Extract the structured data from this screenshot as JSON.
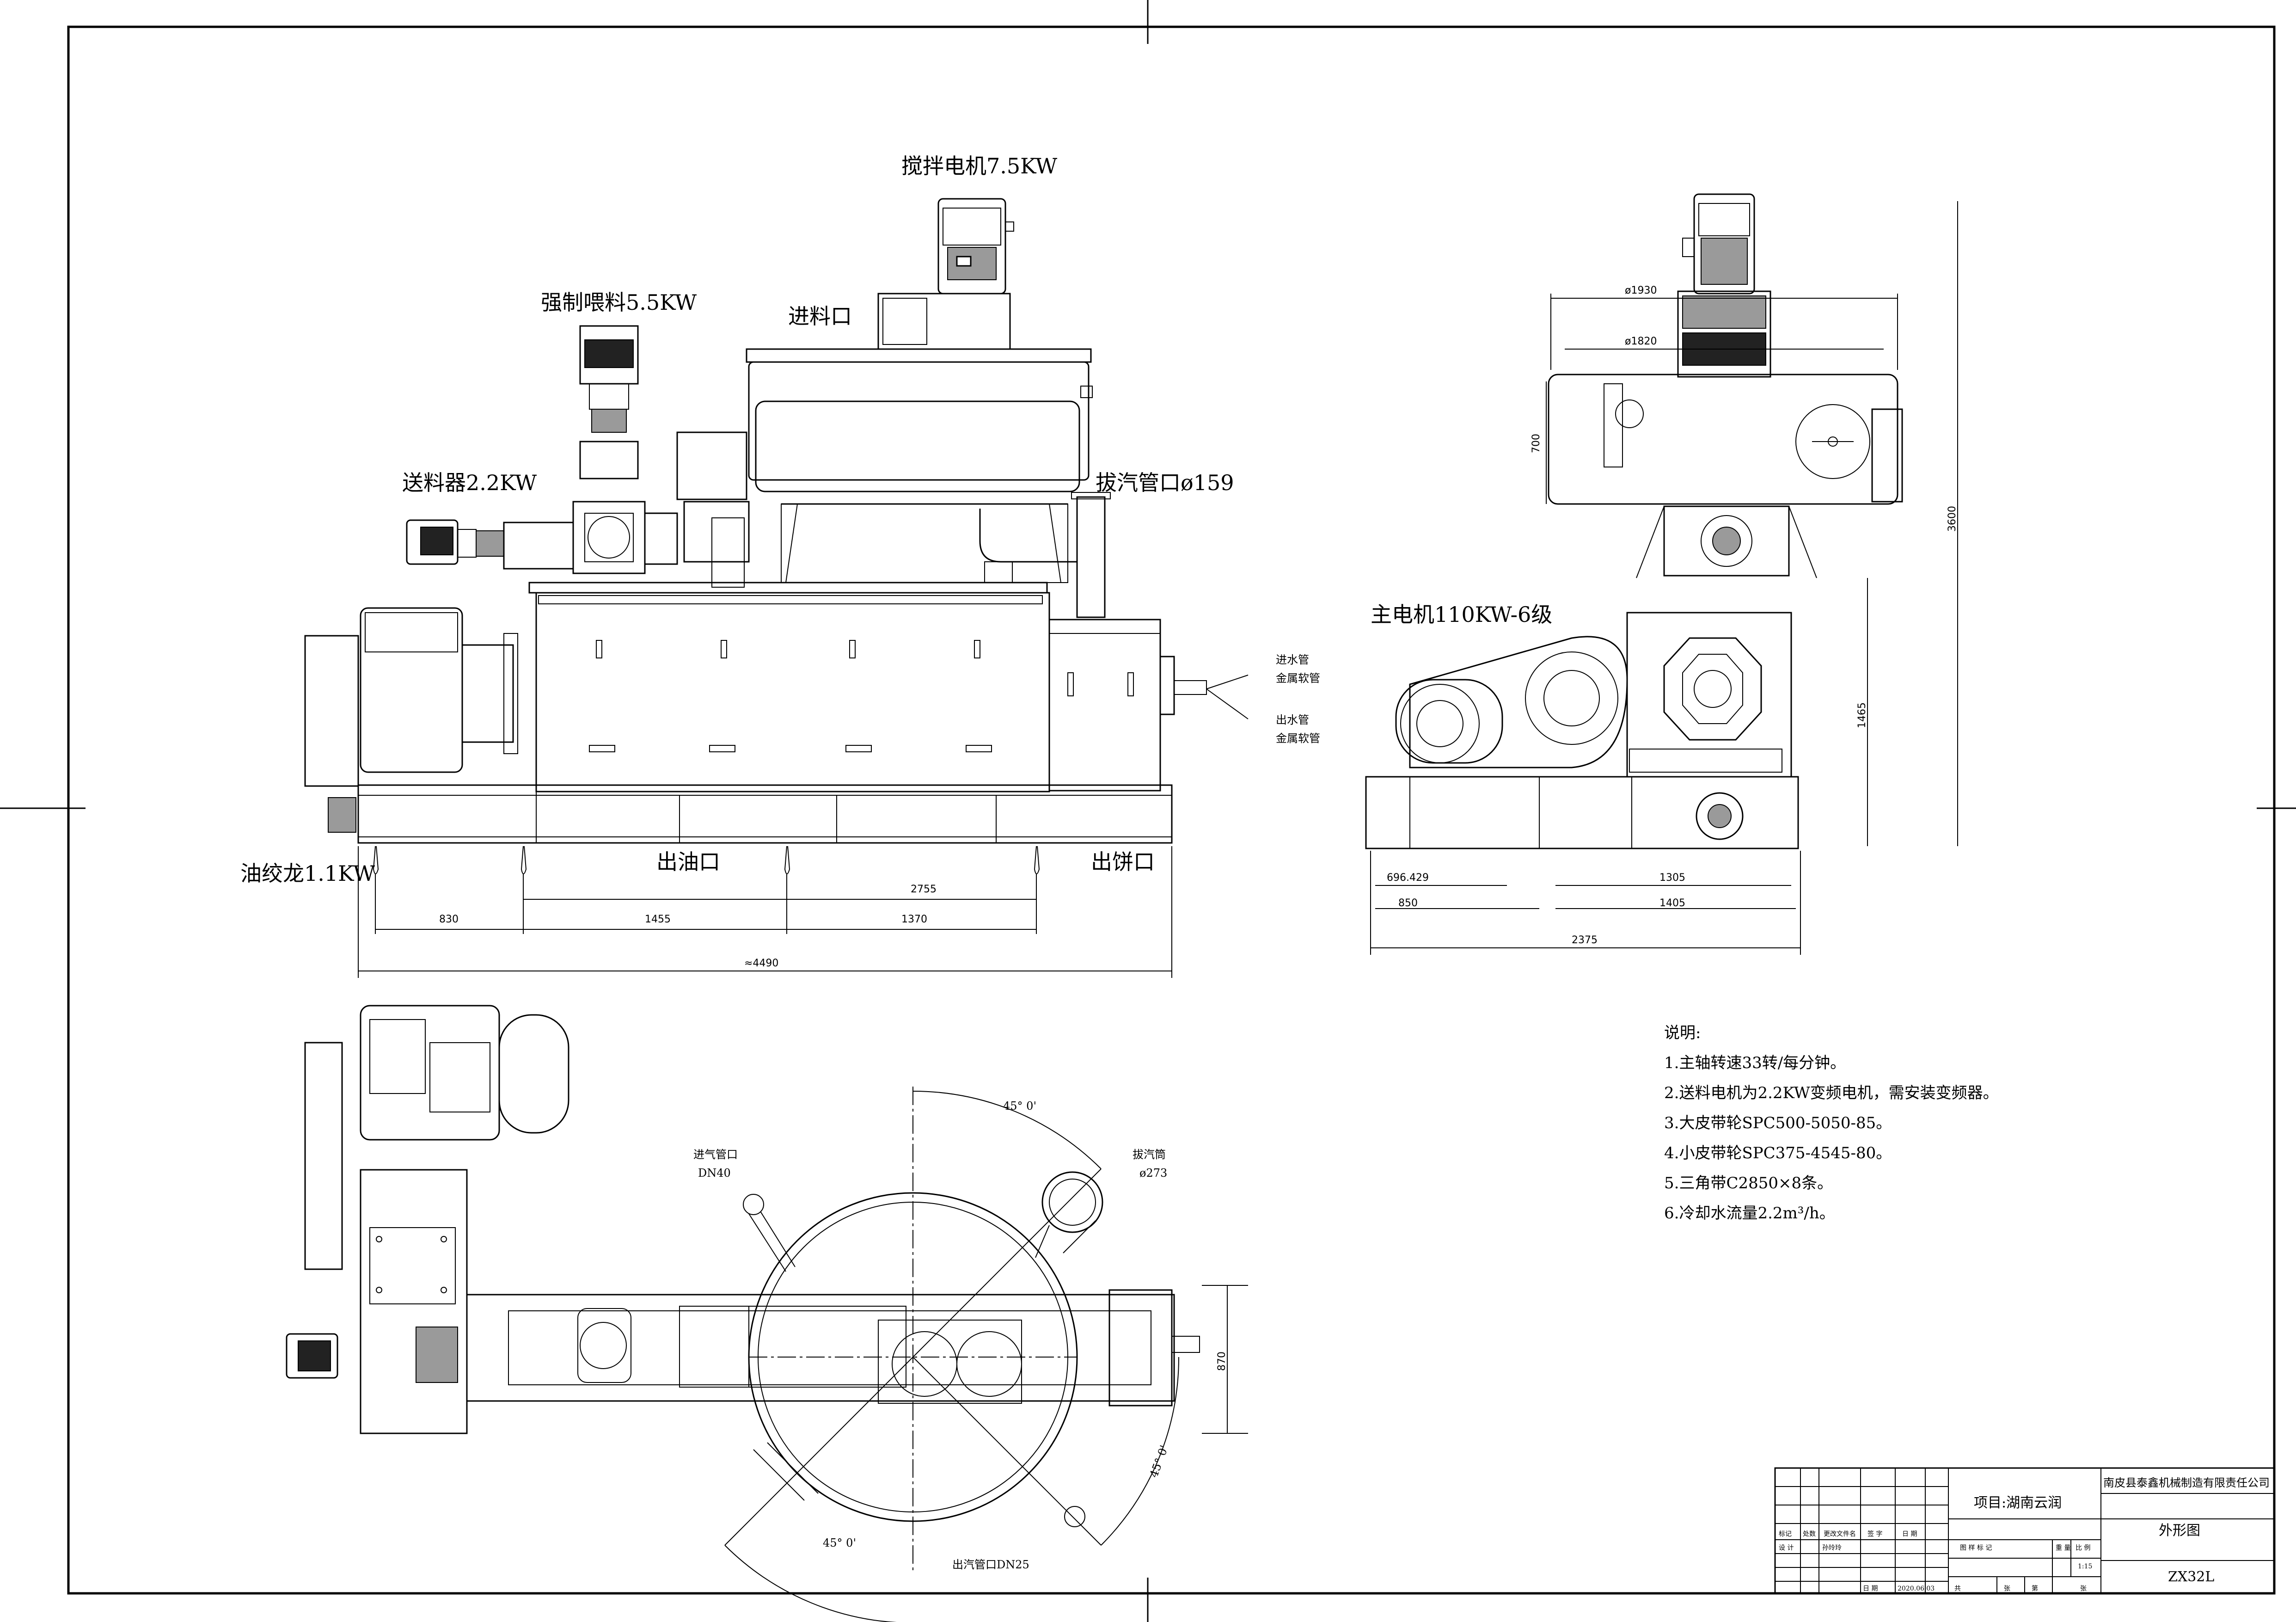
{
  "drawing": {
    "front_view_labels": {
      "stirring_motor": "搅拌电机7.5KW",
      "feed_inlet": "进料口",
      "force_feed": "强制喂料5.5KW",
      "feeder": "送料器2.2KW",
      "steam_outlet": "拔汽管口ø159",
      "oil_screw": "油绞龙1.1KW",
      "oil_outlet": "出油口",
      "cake_outlet": "出饼口",
      "water_in": "进水管",
      "water_in_sub": "金属软管",
      "water_out": "出水管",
      "water_out_sub": "金属软管"
    },
    "front_view_dims": {
      "d830": "830",
      "d1455": "1455",
      "d1370": "1370",
      "d2755": "2755",
      "d4490": "≈4490"
    },
    "side_view_labels": {
      "main_motor": "主电机110KW-6级"
    },
    "side_view_dims": {
      "d1930": "ø1930",
      "d1820": "ø1820",
      "d700": "700",
      "d3600": "3600",
      "d1465": "1465",
      "d696": "696.429",
      "d850": "850",
      "d1305": "1305",
      "d1405": "1405",
      "d2375": "2375"
    },
    "top_view_labels": {
      "steam_inlet": "进气管口",
      "steam_inlet_size": "DN40",
      "exhaust_pipe": "拔汽筒",
      "exhaust_size": "ø273",
      "steam_out_pipe": "出汽管口DN25",
      "angle_top": "45° 0'",
      "angle_right": "45° 0'",
      "angle_bottom": "45° 0'",
      "dim_870": "870"
    },
    "notes": {
      "title": "说明:",
      "items": [
        "1.主轴转速33转/每分钟。",
        "2.送料电机为2.2KW变频电机，需安装变频器。",
        "3.大皮带轮SPC500-5050-85。",
        "4.小皮带轮SPC375-4545-80。",
        "5.三角带C2850×8条。",
        "6.冷却水流量2.2m³/h。"
      ]
    },
    "title_block": {
      "project": "项目:湖南云润",
      "company": "南皮县泰鑫机械制造有限责任公司",
      "drawing_name": "外形图",
      "drawing_no": "ZX32L",
      "headers": [
        "标记",
        "处数",
        "更改文件名",
        "签 字",
        "日 期"
      ],
      "design_label": "设 计",
      "designer": "孙玲玲",
      "stage_label": "图 样 标 记",
      "weight_label": "重 量",
      "scale_label": "比 例",
      "scale": "1:15",
      "date_label": "日 期",
      "date": "2020.06.03",
      "total_label": "共",
      "sheet_label": "张",
      "page_label": "第",
      "page_sheet_label": "张"
    }
  }
}
